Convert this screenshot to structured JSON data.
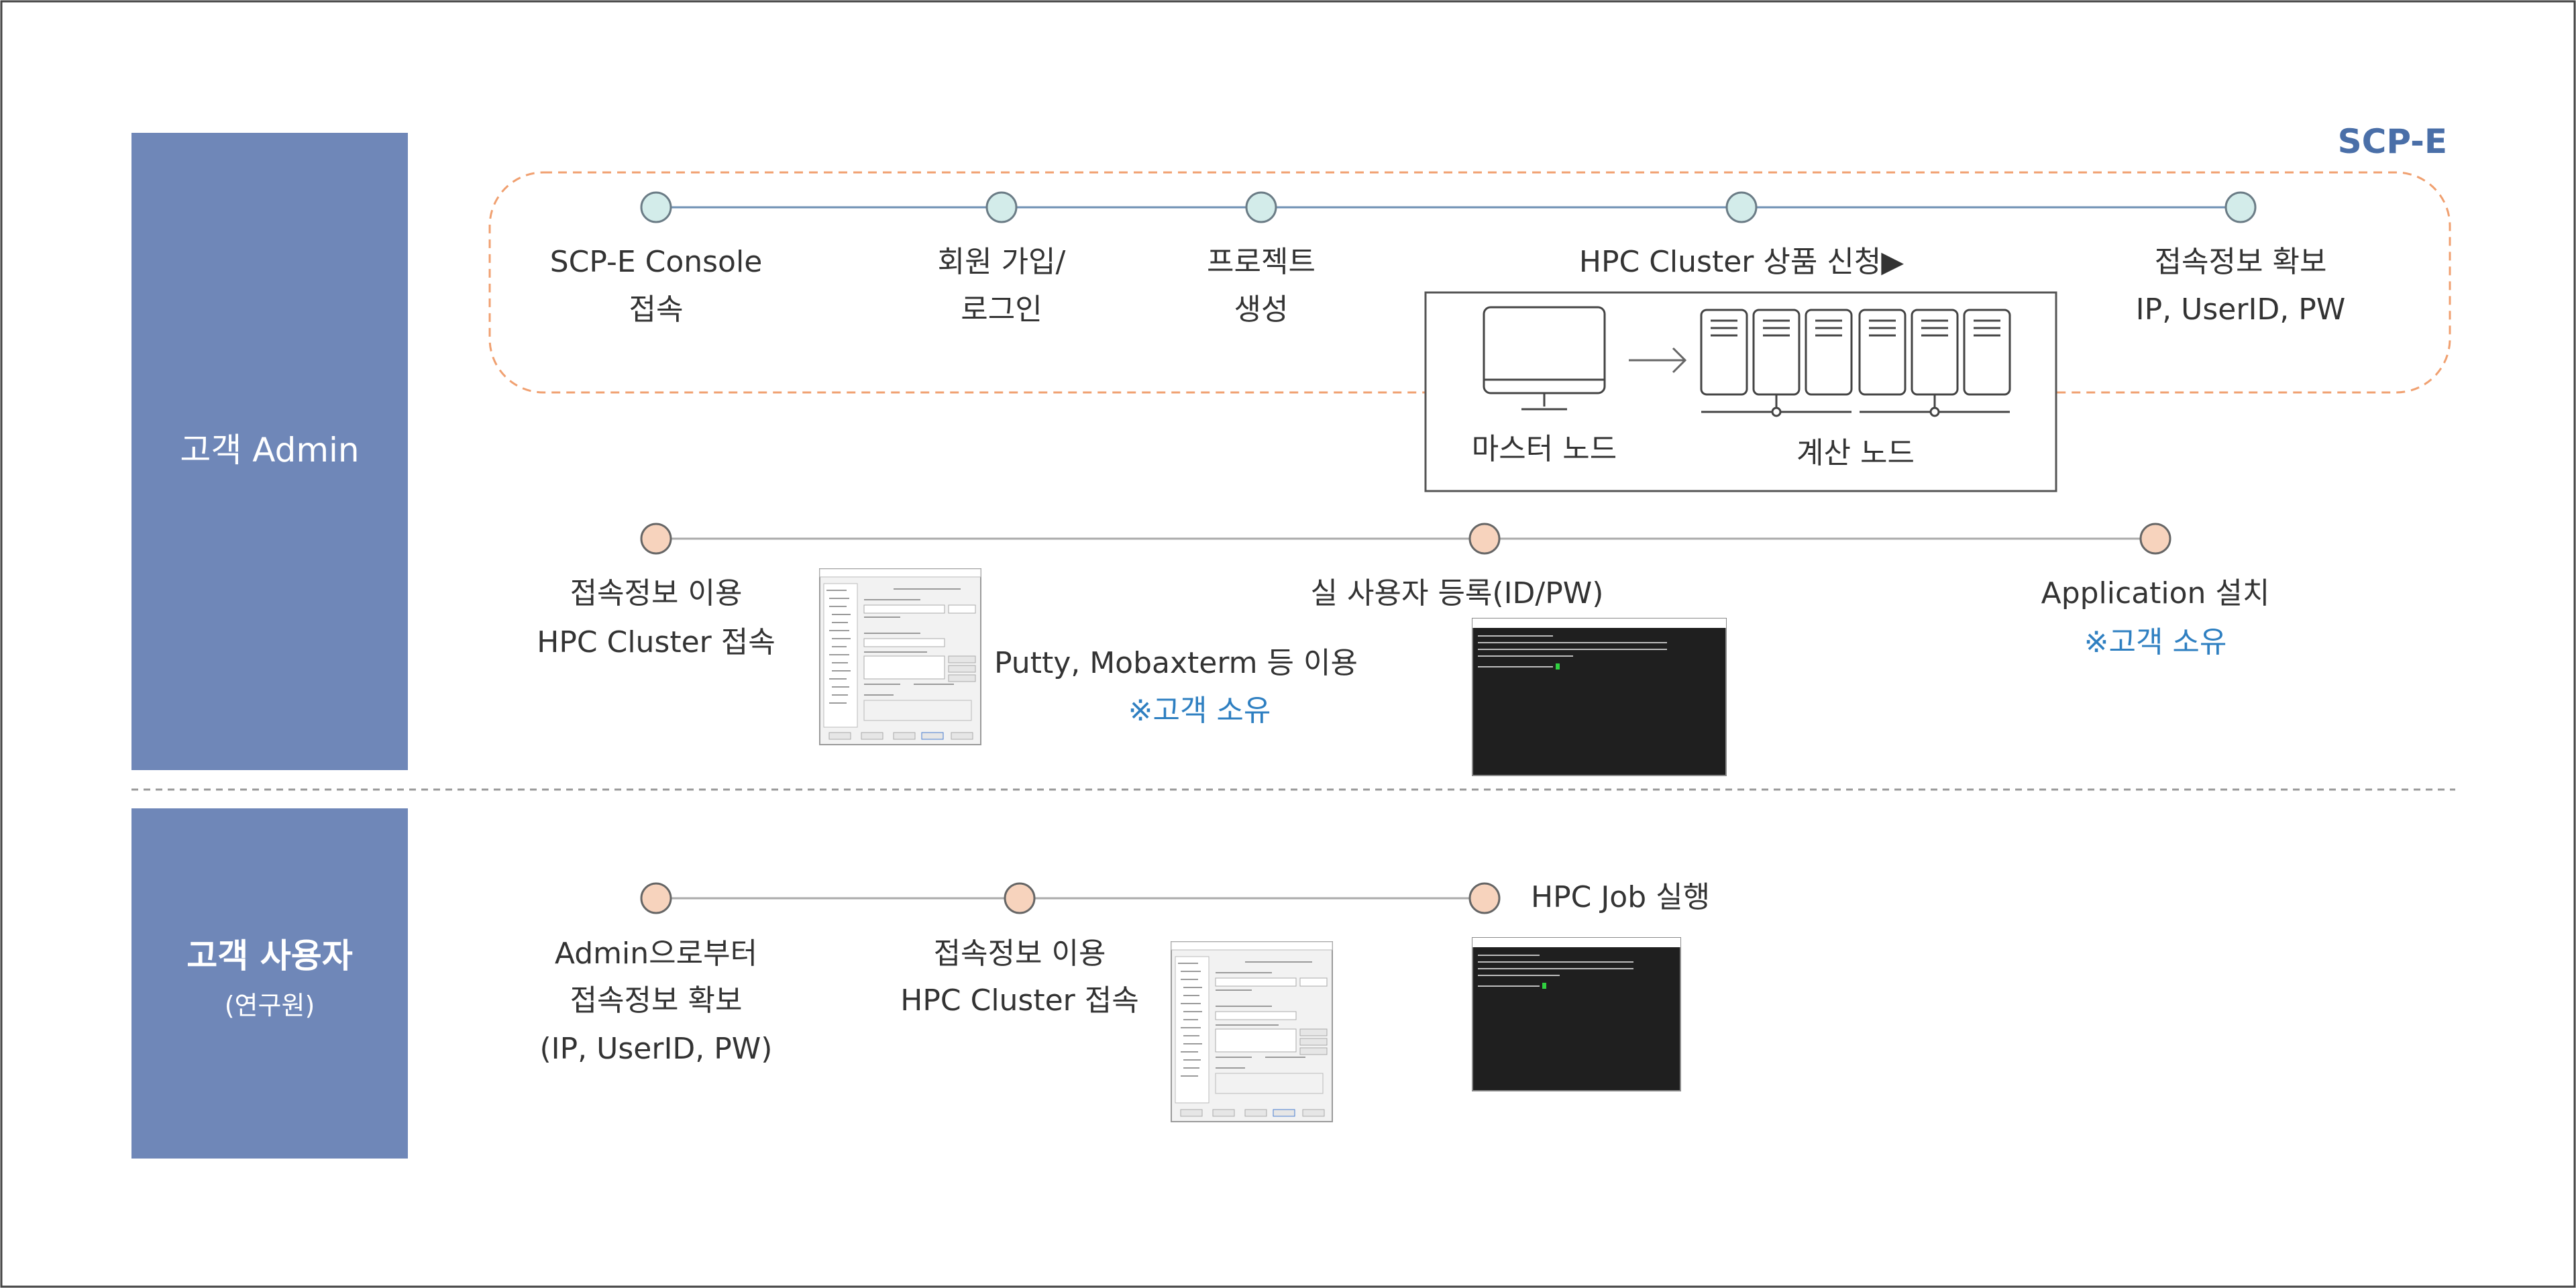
{
  "brand_label": "SCP-E",
  "colors": {
    "role_panel": "#6f87b8",
    "accent_blue": "#2e7fc1",
    "brand_blue": "#4a6fa8",
    "dash_orange": "#f0a070",
    "node_admin_top": "#d3ecea",
    "node_orange": "#f7d3bd",
    "line_top": "#6d8fb3",
    "line_gray": "#aaaaaa",
    "text_dark": "#333333"
  },
  "roles": {
    "admin": {
      "title": "고객 Admin"
    },
    "user": {
      "title": "고객 사용자",
      "subtitle": "(연구원)"
    }
  },
  "admin_flow": {
    "steps": [
      {
        "lines": [
          "SCP-E Console",
          "접속"
        ]
      },
      {
        "lines": [
          "회원 가입/",
          "로그인"
        ]
      },
      {
        "lines": [
          "프로젝트",
          "생성"
        ]
      },
      {
        "lines": [
          "HPC Cluster 상품 신청▶"
        ]
      },
      {
        "lines": [
          "접속정보 확보",
          "IP, UserID, PW"
        ]
      }
    ],
    "cluster_box": {
      "master_label": "마스터 노드",
      "compute_label": "계산 노드",
      "monitor_icon": "monitor-icon",
      "server_icon": "server-icon"
    }
  },
  "access_flow": {
    "steps": [
      {
        "lines": [
          "접속정보 이용",
          "HPC Cluster 접속"
        ]
      },
      {
        "lines": [
          "실 사용자 등록(ID/PW)"
        ]
      },
      {
        "lines": [
          "Application 설치"
        ],
        "note": "※고객 소유"
      }
    ],
    "tool_text": "Putty, Mobaxterm 등 이용",
    "tool_note": "※고객 소유"
  },
  "user_flow": {
    "steps": [
      {
        "lines": [
          "Admin으로부터",
          "접속정보 확보",
          "(IP, UserID, PW)"
        ]
      },
      {
        "lines": [
          "접속정보 이용",
          "HPC Cluster 접속"
        ]
      },
      {
        "lines": [
          "HPC Job 실행"
        ]
      }
    ]
  }
}
